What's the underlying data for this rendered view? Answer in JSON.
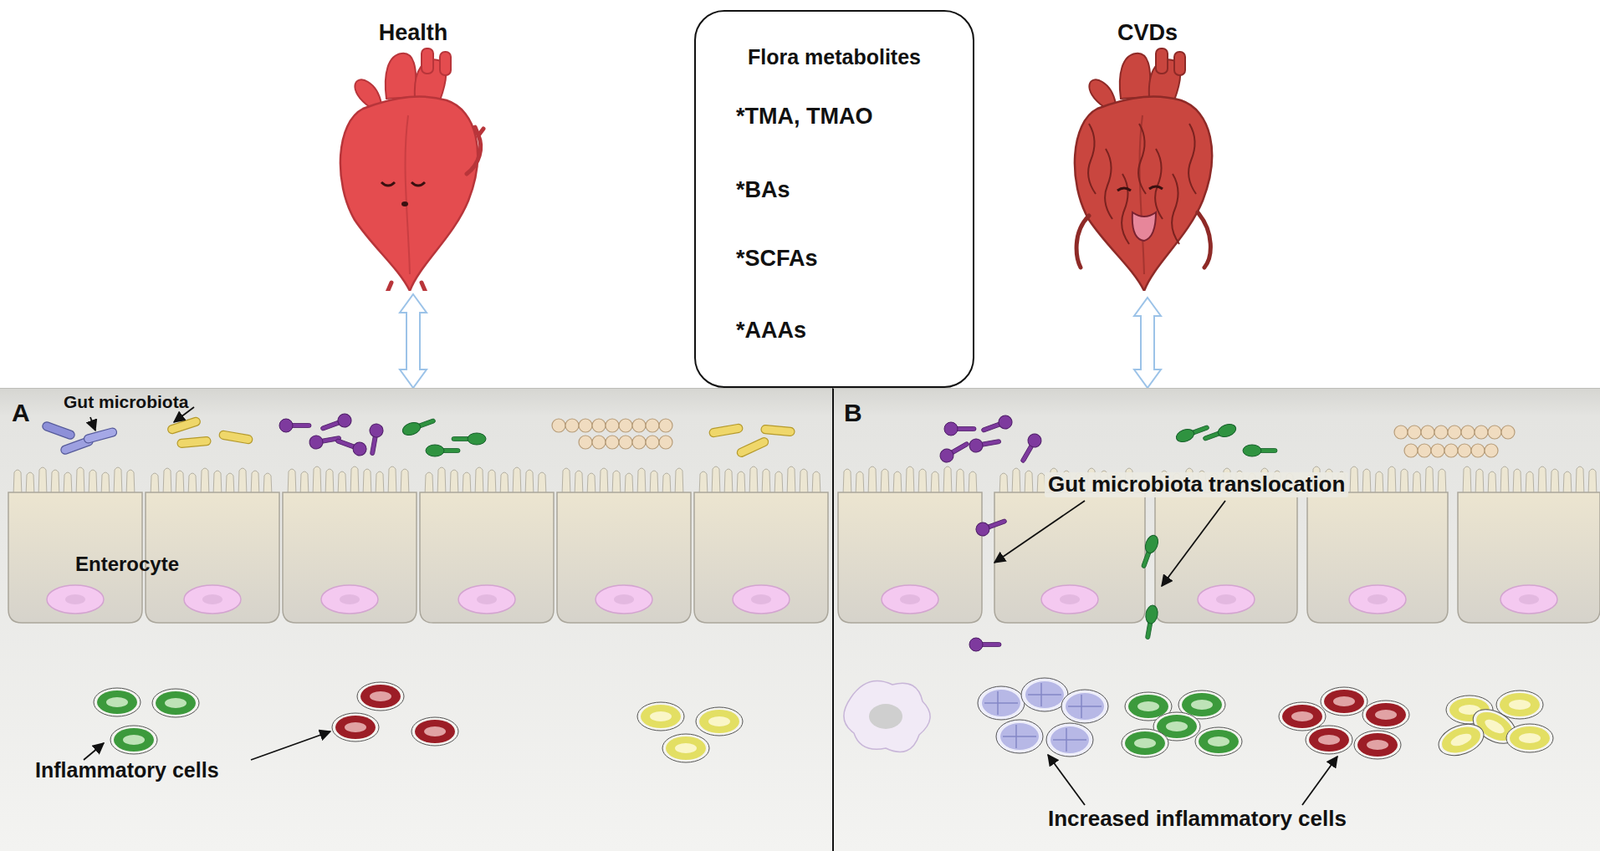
{
  "diagram": {
    "nodes": [
      {
        "text": [
          "Health"
        ]
      },
      {
        "text": [
          "Flora metabolites",
          "*TMA, TMAO",
          "*BAs",
          "*SCFAs",
          "*AAAs"
        ]
      },
      {
        "text": [
          "CVDs"
        ]
      },
      {
        "text": [
          "A",
          "Gut microbiota",
          "Enterocyte",
          "Inflammatory cells"
        ]
      },
      {
        "text": [
          "B",
          "Gut microbiota translocation",
          "Increased inflammatory cells"
        ]
      }
    ],
    "edges": [
      {
        "from": 0,
        "to": 3,
        "arrow": "both"
      },
      {
        "from": 2,
        "to": 4,
        "arrow": "both"
      }
    ]
  }
}
